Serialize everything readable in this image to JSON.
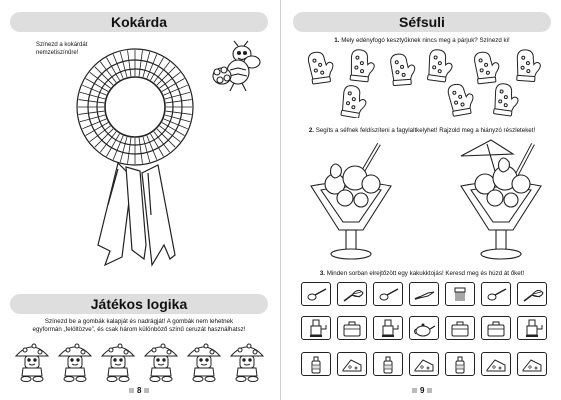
{
  "left": {
    "title": "Kokárda",
    "instruction_lines": [
      "Színezd a kokárdát",
      "nemzetiszínűre!"
    ],
    "section2_title": "Játékos logika",
    "section2_lines": [
      "Színezd be a gombák kalapját és nadrágját! A gombák nem lehetnek",
      "egyformán „felöltözve”, és csak három különböző színű ceruzát használhatsz!"
    ],
    "page_number": "8",
    "mushroom_count": 6
  },
  "right": {
    "title": "Séfsuli",
    "task1": {
      "number": "1.",
      "text": "Mely edényfogó kesztyűknek nincs meg a párjuk? Színezd ki!"
    },
    "task2": {
      "number": "2.",
      "text": "Segíts a séfnek feldíszíteni a fagylaltkelyhet! Rajzold meg a hiányzó részleteket!"
    },
    "task3": {
      "number": "3.",
      "text": "Minden sorban elrejtőzött egy kakukktojás! Keresd meg és húzd át őket!"
    },
    "page_number": "9",
    "grid_rows": [
      [
        "spoon",
        "whisk",
        "spoon",
        "knife",
        "comb",
        "spoon",
        "whisk"
      ],
      [
        "grinder",
        "bag",
        "grinder",
        "teapot",
        "bag",
        "bag",
        "grinder"
      ],
      [
        "bottle",
        "cheese",
        "bottle",
        "cheese",
        "bottle",
        "cheese",
        "cheese"
      ]
    ]
  },
  "colors": {
    "banner": "#dedede",
    "line": "#222222",
    "gutter": "#d0d0d0"
  }
}
